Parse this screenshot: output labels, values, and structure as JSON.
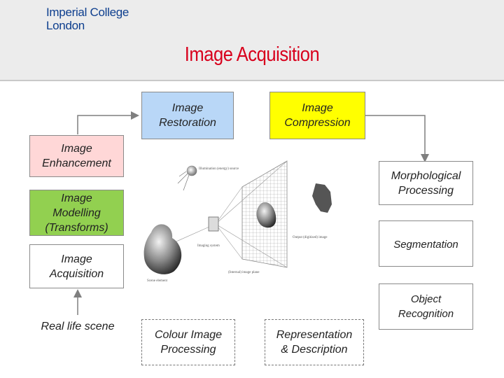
{
  "logo": {
    "line1": "Imperial College",
    "line2": "London"
  },
  "title": "Image Acquisition",
  "boxes": {
    "restoration": "Image\nRestoration",
    "compression": "Image\nCompression",
    "enhancement": "Image\nEnhancement",
    "modelling": "Image\nModelling\n(Transforms)",
    "acquisition": "Image\nAcquisition",
    "real_life": "Real life scene",
    "morphological": "Morphological\nProcessing",
    "segmentation": "Segmentation",
    "object_recognition": "Object\nRecognition",
    "colour": "Colour Image\nProcessing",
    "representation": "Representation\n& Description"
  },
  "illustration": {
    "illumination": "Illumination (energy)\nsource",
    "output": "Output (digitized) image",
    "imaging_system": "Imaging system",
    "internal_plane": "(Internal) image plane",
    "scene_element": "Scene element"
  },
  "colors": {
    "restoration": "#b9d7f7",
    "compression": "#ffff00",
    "enhancement": "#ffd7d7",
    "modelling": "#92d050",
    "title": "#d8001c",
    "logo": "#0d3e8e"
  }
}
